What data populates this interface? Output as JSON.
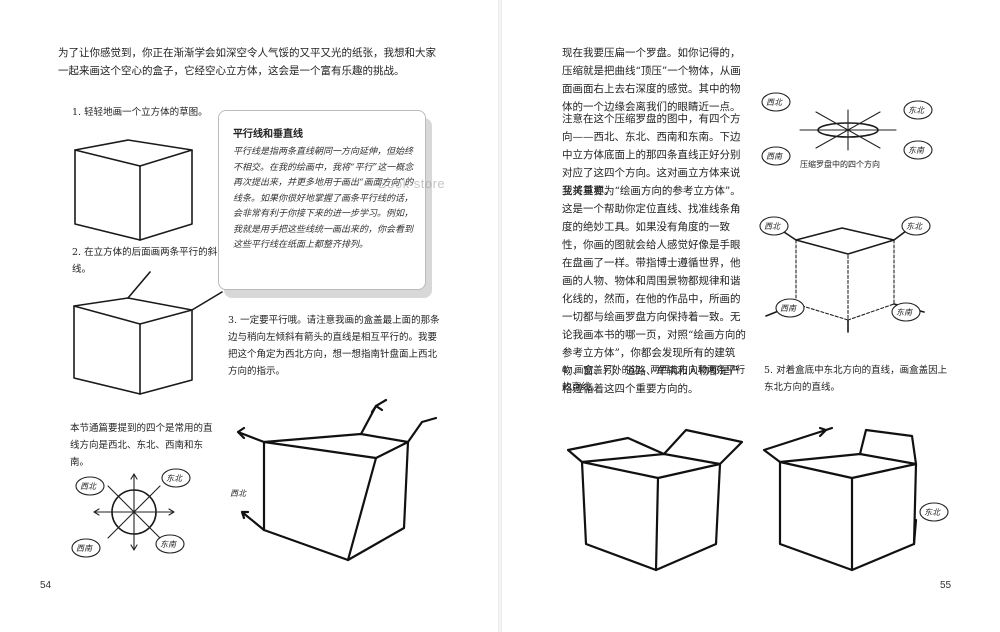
{
  "left_page": {
    "intro": "为了让你感觉到，你正在渐渐学会如深空令人气馁的又平又光的纸张，我想和大家一起来画这个空心的盒子，它经空心立方体，这会是一个富有乐趣的挑战。",
    "step1": "1. 轻轻地画一个立方体的草图。",
    "step2": "2. 在立方体的后面画两条平行的斜线。",
    "step3": "3. 一定要平行哦。请注意我画的盒盖最上面的那条边与稍向左倾斜有箭头的直线是相互平行的。我要把这个角定为西北方向，想一想指南针盘面上西北方向的指示。",
    "directions_note": "本节通篇要提到的四个是常用的直线方向是西北、东北、西南和东南。",
    "sidebar": {
      "title": "平行线和垂直线",
      "body": "平行线是指两条直线朝同一方向延伸，但始终不相交。在我的绘画中，我将“平行”这一概念再次提出来，并更多地用于画出“画面方向”的线条。如果你很好地掌握了画条平行线的话，会非常有利于你接下来的进一步学习。例如，我就是用手把这些线统一画出来的，你会看到这些平行线在纸面上都整齐排列。"
    },
    "label_nw": "西北",
    "compass": {
      "nw": "西北",
      "ne": "东北",
      "sw": "西南",
      "se": "东南"
    },
    "page_number": "54"
  },
  "right_page": {
    "para1": "现在我要压扁一个罗盘。如你记得的，压缩就是把曲线“顶压”一个物体，从画面画面右上去右深度的感觉。其中的物体的一个边缘会离我们的眼睛近一点。",
    "para2": "注意在这个压缩罗盘的图中，有四个方向——西北、东北、西南和东南。下边中立方体底面上的那四条直线正好分别对应了这四个方向。这对画立方体来说至关重要。",
    "para3": "我将其称为“绘画方向的参考立方体”。这是一个帮助你定位直线、找准线条角度的绝妙工具。如果没有角度的一致性，你画的图就会给人感觉好像是手眼在盘画了一样。带指博士遵循世界，他画的人物、物体和周围景物都规律和谐化线的，然而，在他的作品中，所画的一切都与绘画罗盘方向保持着一致。无论我画本书的哪一页，对照“绘画方向的参考立方体”，你都会发现所有的建筑物、窗、门、道路、车辆和人物都是严格遵循着这四个重要方向的。",
    "caption_compass": "压缩罗盘中的四个方向",
    "step4": "4. 画盒盖另外的边，两西北方向和两条平行的直线。",
    "step5": "5. 对着盒底中东北方向的直线，画盒盖因上东北方向的直线。",
    "compass": {
      "nw": "西北",
      "ne": "东北",
      "sw": "西南",
      "se": "东南"
    },
    "cube_labels": {
      "nw": "西北",
      "ne": "东北",
      "sw": "西南",
      "se": "东南"
    },
    "label_ne": "东北",
    "page_number": "55"
  },
  "watermark": "Book store"
}
